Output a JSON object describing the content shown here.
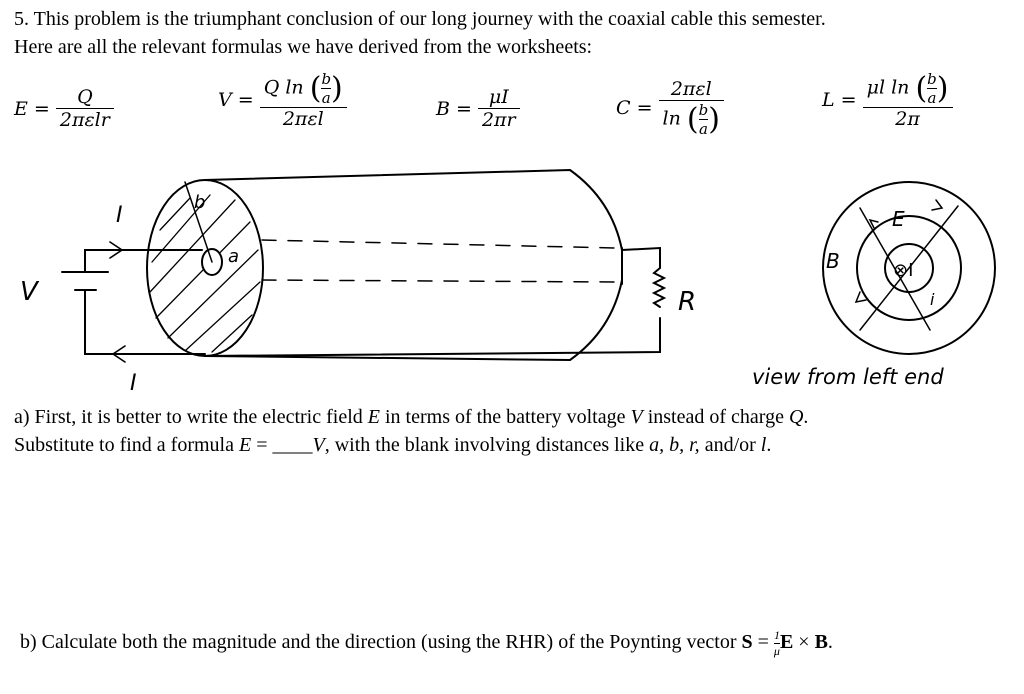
{
  "intro": {
    "line1": "5. This problem is the triumphant conclusion of our long journey with the coaxial cable this semester.",
    "line2": "Here are all the relevant formulas we have derived from the worksheets:"
  },
  "formulas": {
    "E": {
      "lhs": "E =",
      "num": "Q",
      "den": "2πεlr"
    },
    "V": {
      "lhs": "V =",
      "num_pre": "Q ln",
      "frac_num": "b",
      "frac_den": "a",
      "den": "2πεl"
    },
    "B": {
      "lhs": "B =",
      "num": "μI",
      "den": "2πr"
    },
    "C": {
      "lhs": "C =",
      "num": "2πεl",
      "den_pre": "ln",
      "frac_num": "b",
      "frac_den": "a"
    },
    "L": {
      "lhs": "L =",
      "num_pre": "μl ln",
      "frac_num": "b",
      "frac_den": "a",
      "den": "2π"
    }
  },
  "diagram": {
    "label_I_top": "I",
    "label_b": "b",
    "label_a": "a",
    "label_V": "V",
    "label_I_bottom": "I",
    "label_R": "R",
    "label_E": "E",
    "label_B": "B",
    "label_into_I": "⊗I",
    "label_i": "i",
    "caption": "view from left end"
  },
  "part_a": {
    "line1_prefix": "a) First, it is better to write the electric field ",
    "E": "E",
    "line1_mid": " in terms of the battery voltage ",
    "V": "V",
    "line1_mid2": " instead of charge ",
    "Q": "Q",
    "line1_end": ".",
    "line2_prefix": "Substitute to find a formula ",
    "line2_E": "E",
    "line2_eq": " = ____",
    "line2_V": "V",
    "line2_rest": ", with the blank involving distances like ",
    "vars": "a, b, r,",
    "and_or": " and/or ",
    "l": "l",
    "line2_end": "."
  },
  "part_b": {
    "prefix": "b) Calculate both the magnitude and the direction (using the RHR) of the Poynting vector ",
    "S": "S",
    "eq": " = ",
    "frac_num": "1",
    "frac_den": "μ",
    "E": "E",
    "times": " × ",
    "B": "B",
    "end": "."
  }
}
